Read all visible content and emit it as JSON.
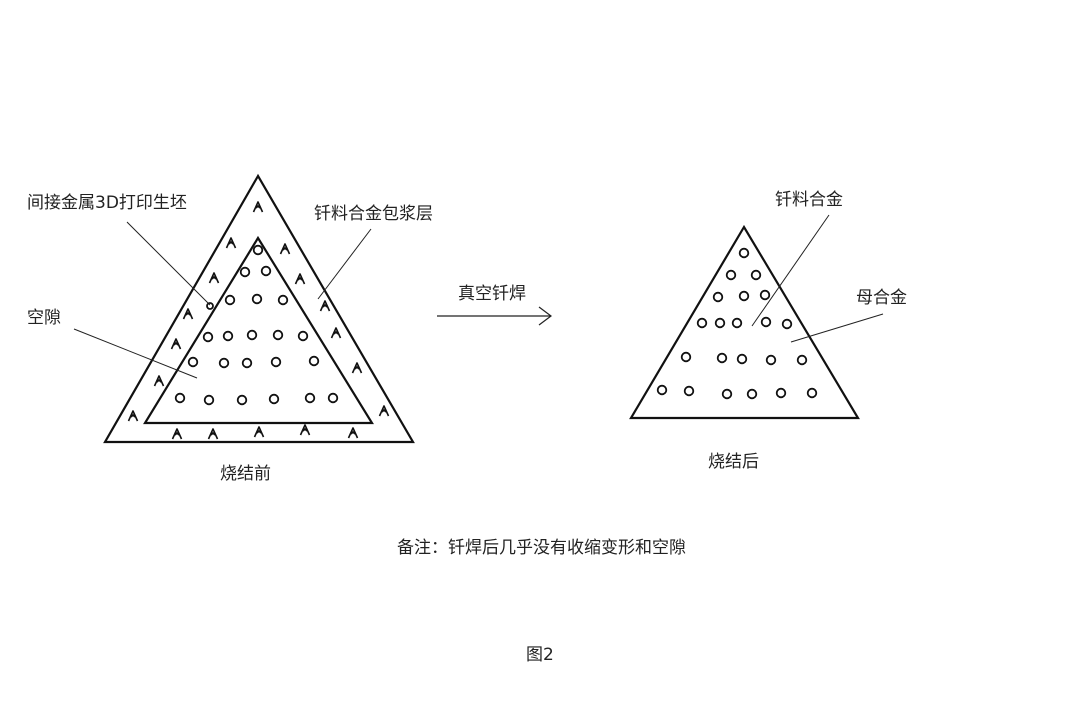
{
  "labels": {
    "green_body": "间接金属3D打印生坯",
    "coating": "钎料合金包浆层",
    "void": "空隙",
    "process": "真空钎焊",
    "braze_alloy": "钎料合金",
    "matrix_alloy": "母合金",
    "before": "烧结前",
    "after": "烧结后",
    "note": "备注：钎焊后几乎没有收缩变形和空隙",
    "figure": "图2"
  },
  "icons": {
    "coating_particle": "caret-a-icon",
    "pore": "circle-pore-icon",
    "process_arrow": "right-arrow-icon"
  },
  "colors": {
    "line": "#111111",
    "text": "#222222",
    "background": "#ffffff"
  }
}
